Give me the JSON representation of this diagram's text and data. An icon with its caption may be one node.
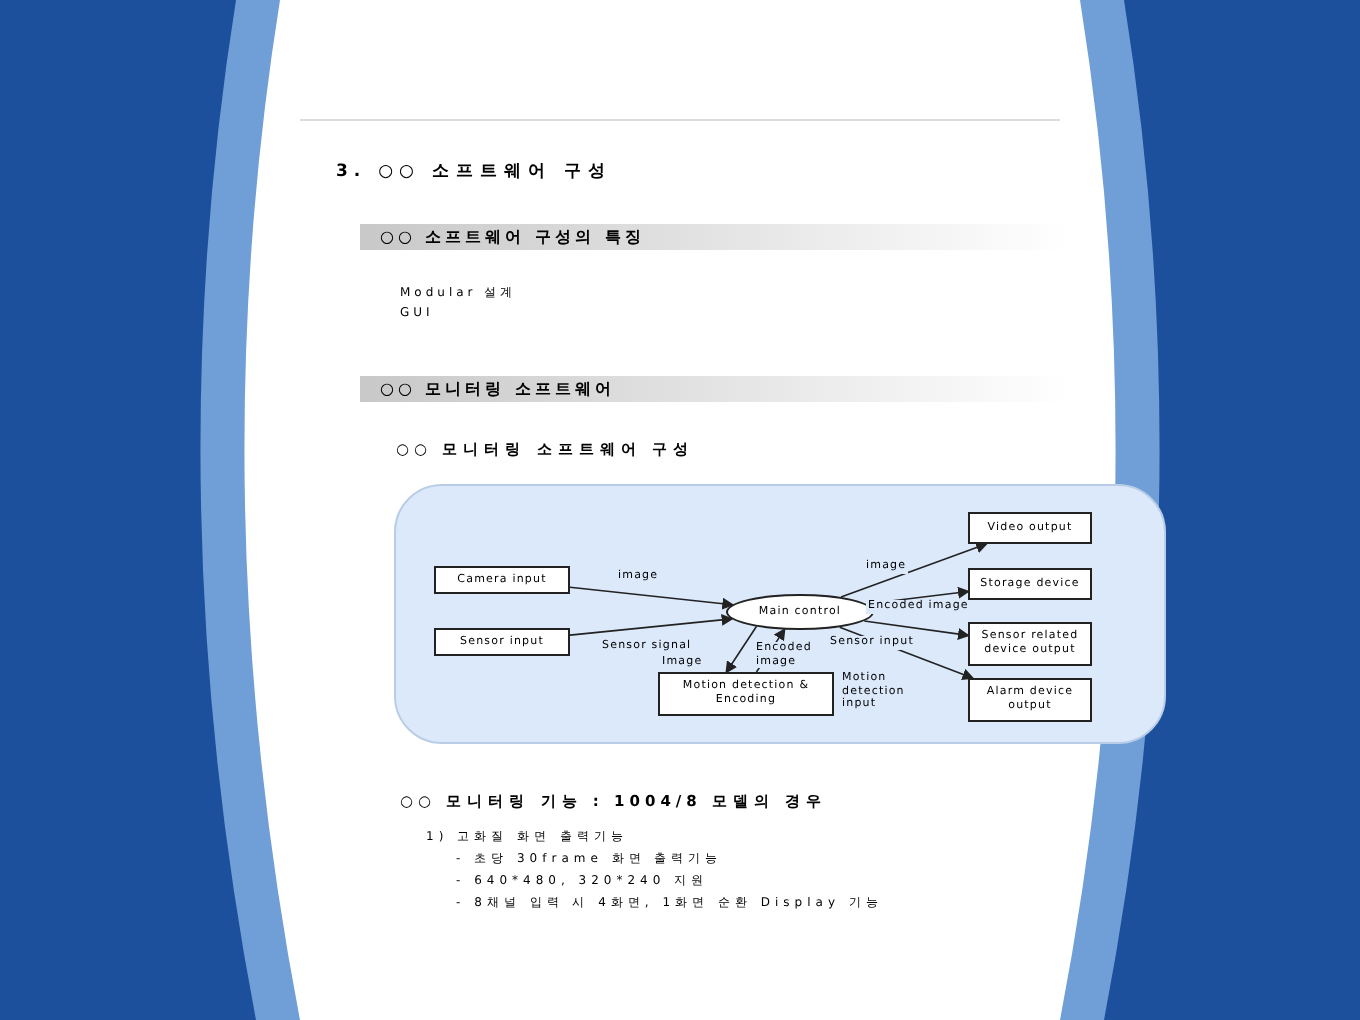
{
  "diagram": {
    "title": "3. ○○ 소프트웨어 구성",
    "nodes": [
      {
        "text": [
          "Camera input"
        ]
      },
      {
        "text": [
          "Sensor input"
        ]
      },
      {
        "text": [
          "Main control"
        ]
      },
      {
        "text": [
          "Motion detection & Encoding"
        ]
      },
      {
        "text": [
          "Video output"
        ]
      },
      {
        "text": [
          "Storage device"
        ]
      },
      {
        "text": [
          "Sensor related device output"
        ]
      },
      {
        "text": [
          "Alarm device output"
        ]
      }
    ],
    "edges": [
      {
        "from": 0,
        "to": 2,
        "arrow": "to",
        "label": "image"
      },
      {
        "from": 1,
        "to": 2,
        "arrow": "to",
        "label": "Sensor signal"
      },
      {
        "from": 2,
        "to": 3,
        "arrow": "to",
        "label": "Image"
      },
      {
        "from": 3,
        "to": 2,
        "arrow": "to",
        "label": "Encoded image"
      },
      {
        "from": 2,
        "to": 4,
        "arrow": "to",
        "label": "image"
      },
      {
        "from": 2,
        "to": 5,
        "arrow": "to",
        "label": "Encoded image"
      },
      {
        "from": 2,
        "to": 6,
        "arrow": "to",
        "label": "Sensor input"
      },
      {
        "from": 2,
        "to": 7,
        "arrow": "to",
        "label": "Motion detection input"
      }
    ],
    "labels": [
      "○○ 소프트웨어 구성의 특징",
      "Modular 설계",
      "GUI",
      "○○ 모니터링 소프트웨어",
      "○○ 모니터링 소프트웨어 구성",
      "○○ 모니터링 기능 : 1004/8 모델의 경우",
      "1) 고화질 화면 출력기능",
      "- 초당 30frame 화면 출력기능",
      "- 640*480, 320*240 지원",
      "- 8채널 입력 시 4화면, 1화면 순환 Display 기능"
    ]
  }
}
